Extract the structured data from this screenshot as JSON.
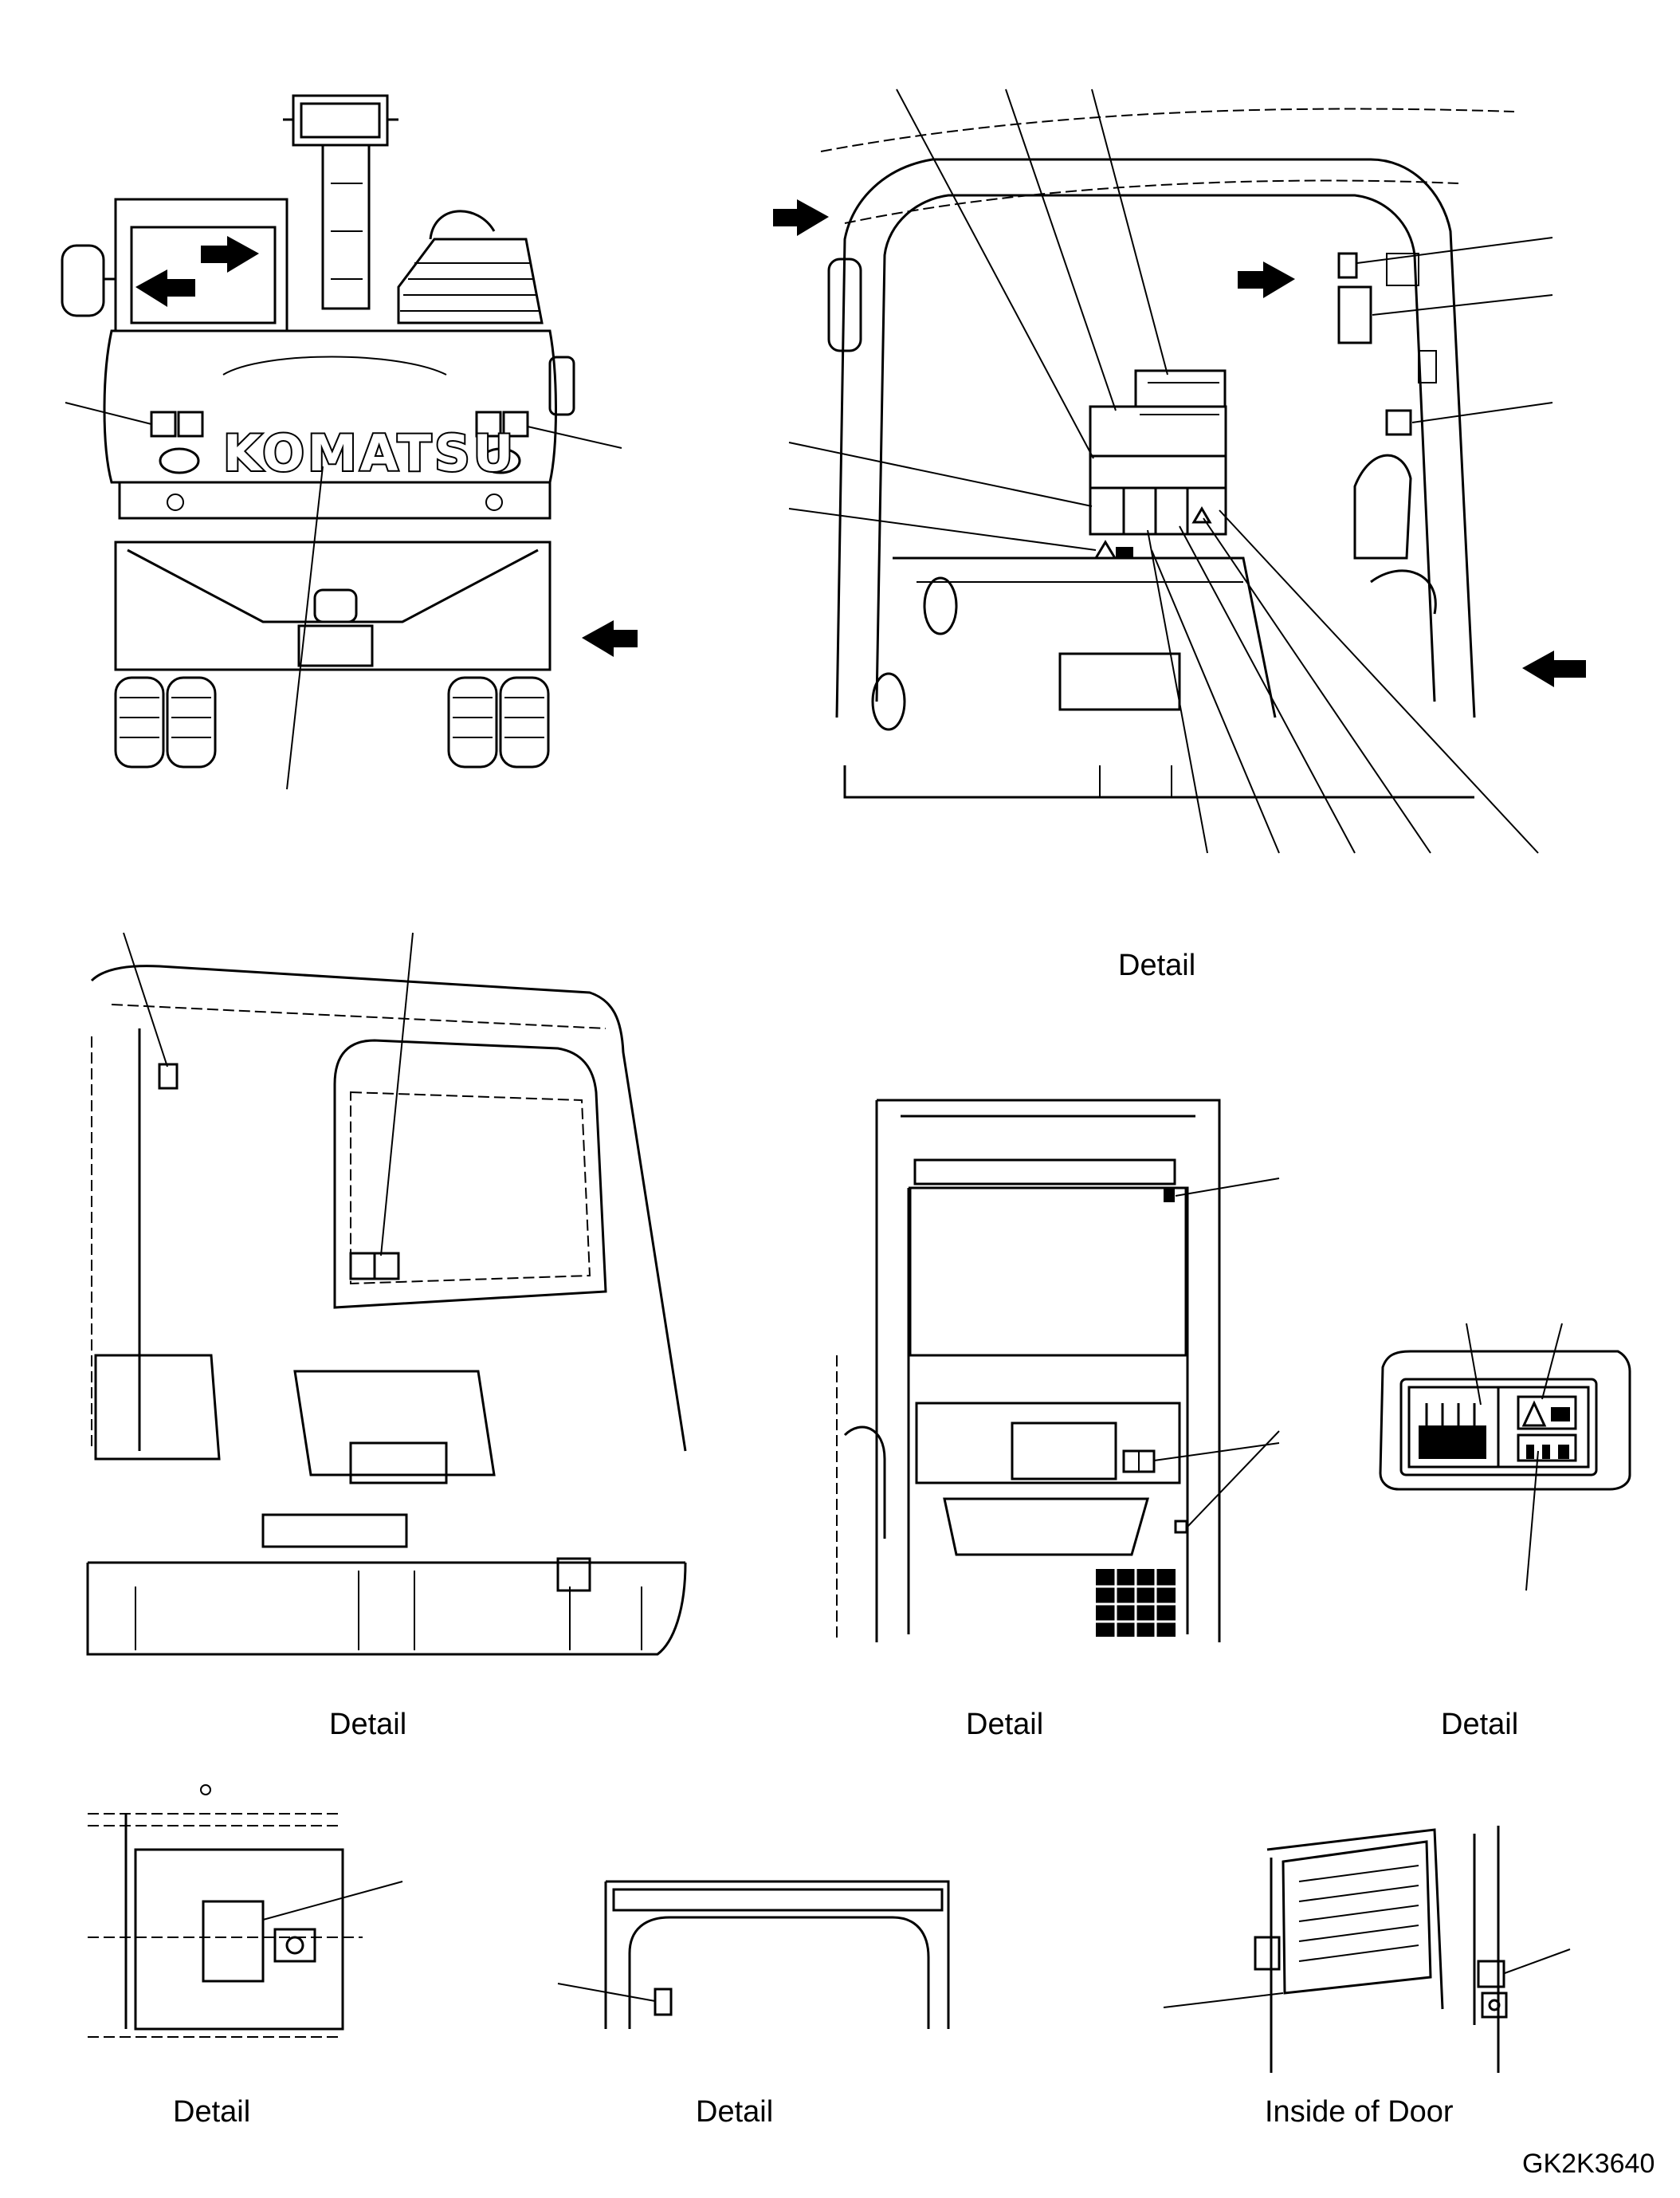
{
  "brand": "KOMATSU",
  "captions": {
    "detail_top_right": "Detail",
    "detail_mid_left": "Detail",
    "detail_mid_center": "Detail",
    "detail_mid_right": "Detail",
    "detail_bottom_left": "Detail",
    "detail_bottom_center": "Detail",
    "inside_of_door": "Inside of Door"
  },
  "reference_code": "GK2K3640"
}
